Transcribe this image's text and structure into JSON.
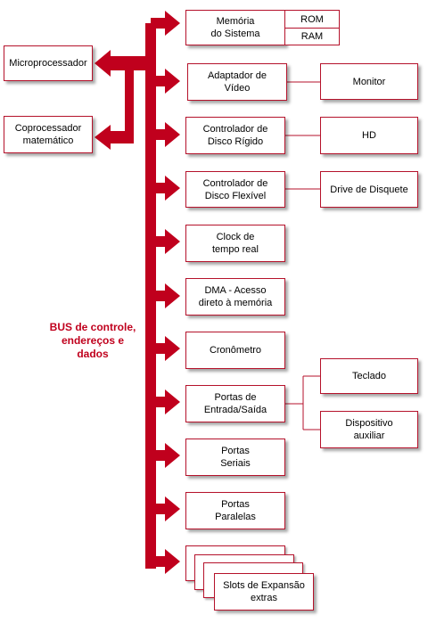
{
  "colors": {
    "bus": "#c0001d",
    "border": "#b5122b",
    "line": "#b5122b"
  },
  "bus_label": "BUS de controle,\nendereços e\ndados",
  "cpu": {
    "micro": "Microprocessador",
    "copro": "Coprocessador\nmatemático"
  },
  "memory": {
    "label": "Memória\ndo Sistema",
    "rom": "ROM",
    "ram": "RAM"
  },
  "video": {
    "label": "Adaptador de\nVídeo",
    "device": "Monitor"
  },
  "hd": {
    "label": "Controlador de\nDisco Rígido",
    "device": "HD"
  },
  "floppy": {
    "label": "Controlador de\nDisco Flexível",
    "device": "Drive de Disquete"
  },
  "clock": {
    "label": "Clock de\ntempo real"
  },
  "dma": {
    "label": "DMA - Acesso\ndireto à memória"
  },
  "timer": {
    "label": "Cronômetro"
  },
  "io": {
    "label": "Portas de\nEntrada/Saída",
    "keyboard": "Teclado",
    "aux": "Dispositivo\nauxiliar"
  },
  "serial": {
    "label": "Portas\nSeriais"
  },
  "parallel": {
    "label": "Portas\nParalelas"
  },
  "slots": {
    "label": "Slots de Expansão\nextras"
  }
}
